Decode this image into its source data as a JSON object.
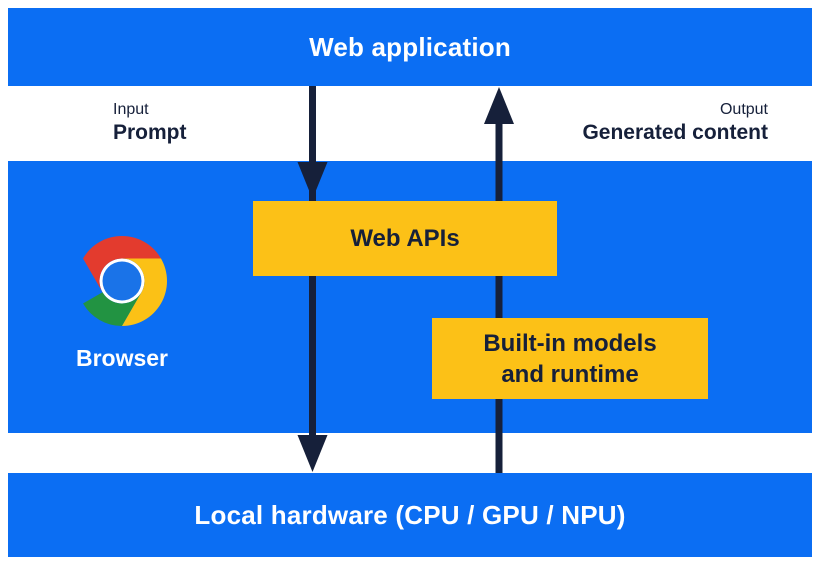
{
  "layers": {
    "web_application": {
      "label": "Web application"
    },
    "browser": {
      "label": "Browser"
    },
    "web_apis": {
      "label": "Web APIs"
    },
    "builtin_models": {
      "label": "Built-in models and runtime",
      "lines": [
        "Built-in models",
        "and runtime"
      ]
    },
    "local_hardware": {
      "label": "Local hardware (CPU / GPU / NPU)"
    }
  },
  "flows": {
    "input": {
      "caption": "Input",
      "label": "Prompt",
      "direction": "down"
    },
    "output": {
      "caption": "Output",
      "label": "Generated content",
      "direction": "up"
    }
  },
  "icons": {
    "chrome": {
      "name": "chrome-logo-icon",
      "colors": {
        "red": "#e33b2e",
        "yellow": "#fbc116",
        "green": "#229342",
        "center_blue": "#1a73e8",
        "ring": "#ffffff"
      }
    }
  },
  "colors": {
    "background": "#ffffff",
    "layer_blue": "#0b6ef3",
    "chip_yellow": "#fcc117",
    "arrow_dark": "#16203a",
    "text_dark": "#16203a",
    "text_light": "#ffffff"
  }
}
